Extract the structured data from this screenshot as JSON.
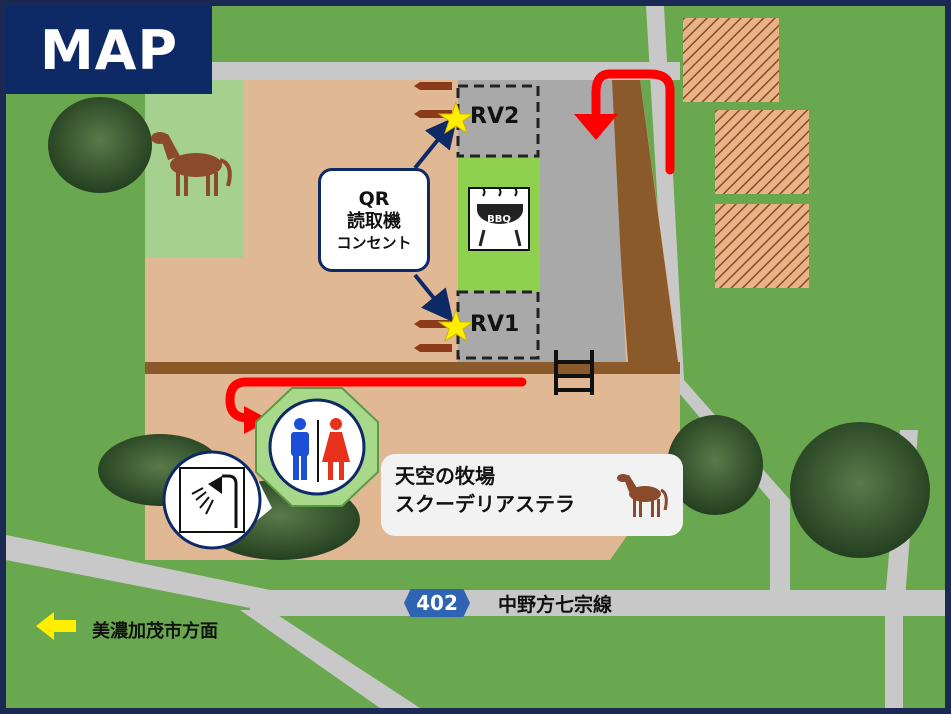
{
  "title": "MAP",
  "rv_sites": [
    {
      "label": "RV2"
    },
    {
      "label": "RV1"
    }
  ],
  "bbq": {
    "label": "BBQ",
    "icon": "bbq-grill-icon"
  },
  "qr_callout": {
    "line1": "QR",
    "line2": "読取機",
    "line3": "コンセント"
  },
  "facility": {
    "line1": "天空の牧場",
    "line2": "スクーデリアステラ",
    "icon": "horse-icon"
  },
  "road": {
    "number": "402",
    "name": "中野方七宗線"
  },
  "direction": {
    "label": "美濃加茂市方面",
    "icon": "arrow-left-icon"
  },
  "icons": [
    "horse-icon",
    "restroom-icon",
    "shower-icon",
    "star-icon",
    "tree-icon",
    "gate-icon"
  ],
  "colors": {
    "grass": "#6aa84f",
    "dirt": "#e0b894",
    "road": "#c8c8c8",
    "title_bg": "#0e2a66",
    "route_arrow": "#ff0000",
    "star": "#ffee00",
    "path": "#8b5a2b"
  }
}
